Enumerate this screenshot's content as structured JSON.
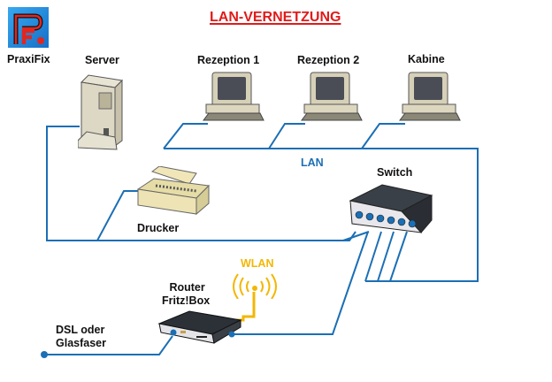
{
  "title": "LAN-VERNETZUNG",
  "logo": {
    "name": "PraxiFix",
    "letters": "PF",
    "icon": "praxifix-logo-icon"
  },
  "colors": {
    "title": "#e01b1b",
    "cable": "#1b6fb5",
    "wlan": "#f2b705",
    "lan_label": "#1b6fb5",
    "logo_bg": "#1e8fe0",
    "logo_red": "#e0261f"
  },
  "devices": {
    "server": {
      "label": "Server",
      "icon": "server-tower-icon"
    },
    "rezeption1": {
      "label": "Rezeption 1",
      "icon": "desktop-computer-icon"
    },
    "rezeption2": {
      "label": "Rezeption 2",
      "icon": "desktop-computer-icon"
    },
    "kabine": {
      "label": "Kabine",
      "icon": "desktop-computer-icon"
    },
    "drucker": {
      "label": "Drucker",
      "icon": "printer-icon"
    },
    "switch": {
      "label": "Switch",
      "icon": "network-switch-icon",
      "ports": 6
    },
    "router": {
      "label_line1": "Router",
      "label_line2": "Fritz!Box",
      "icon": "router-icon"
    },
    "wlan": {
      "label": "WLAN",
      "icon": "wifi-antenna-icon"
    },
    "internet": {
      "label_line1": "DSL oder",
      "label_line2": "Glasfaser"
    }
  },
  "network": {
    "lan_label": "LAN"
  }
}
